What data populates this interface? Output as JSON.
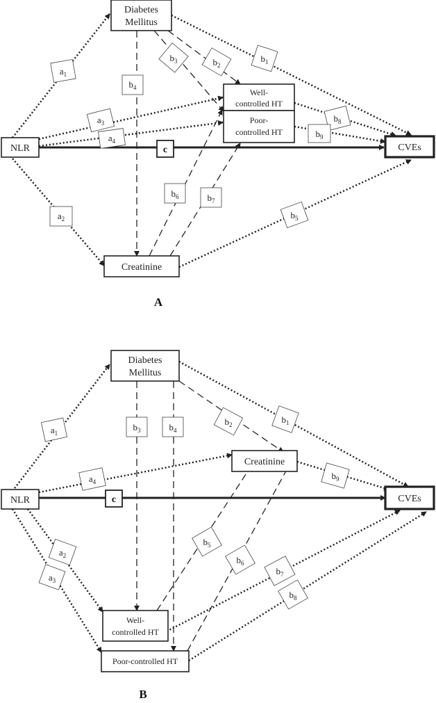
{
  "panel_a": {
    "label": "A",
    "nodes": {
      "nlr": "NLR",
      "cves": "CVEs",
      "dm_line1": "Diabetes",
      "dm_line2": "Mellitus",
      "creatinine": "Creatinine",
      "well_line1": "Well-",
      "well_line2": "controlled HT",
      "poor_line1": "Poor-",
      "poor_line2": "controlled HT"
    },
    "paths": {
      "a1": {
        "base": "a",
        "sub": "1"
      },
      "a2": {
        "base": "a",
        "sub": "2"
      },
      "a3": {
        "base": "a",
        "sub": "3"
      },
      "a4": {
        "base": "a",
        "sub": "4"
      },
      "b1": {
        "base": "b",
        "sub": "1"
      },
      "b2": {
        "base": "b",
        "sub": "2"
      },
      "b3": {
        "base": "b",
        "sub": "3"
      },
      "b4": {
        "base": "b",
        "sub": "4"
      },
      "b5": {
        "base": "b",
        "sub": "5"
      },
      "b6": {
        "base": "b",
        "sub": "6"
      },
      "b7": {
        "base": "b",
        "sub": "7"
      },
      "b8": {
        "base": "b",
        "sub": "8"
      },
      "b9": {
        "base": "b",
        "sub": "9"
      },
      "c": "c"
    }
  },
  "panel_b": {
    "label": "B",
    "nodes": {
      "nlr": "NLR",
      "cves": "CVEs",
      "dm_line1": "Diabetes",
      "dm_line2": "Mellitus",
      "creatinine": "Creatinine",
      "well_line1": "Well-",
      "well_line2": "controlled HT",
      "poor": "Poor-controlled HT"
    },
    "paths": {
      "a1": {
        "base": "a",
        "sub": "1"
      },
      "a2": {
        "base": "a",
        "sub": "2"
      },
      "a3": {
        "base": "a",
        "sub": "3"
      },
      "a4": {
        "base": "a",
        "sub": "4"
      },
      "b1": {
        "base": "b",
        "sub": "1"
      },
      "b2": {
        "base": "b",
        "sub": "2"
      },
      "b3": {
        "base": "b",
        "sub": "3"
      },
      "b4": {
        "base": "b",
        "sub": "4"
      },
      "b5": {
        "base": "b",
        "sub": "5"
      },
      "b6": {
        "base": "b",
        "sub": "6"
      },
      "b7": {
        "base": "b",
        "sub": "7"
      },
      "b8": {
        "base": "b",
        "sub": "8"
      },
      "b9": {
        "base": "b",
        "sub": "9"
      },
      "c": "c"
    }
  }
}
